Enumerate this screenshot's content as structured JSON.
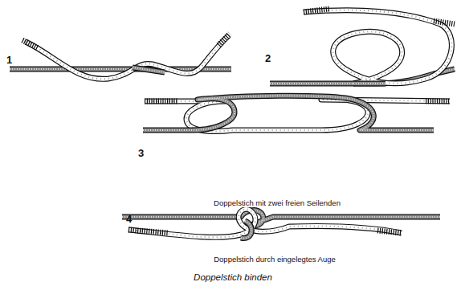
{
  "diagram": {
    "caption": "Doppelstich binden",
    "labels": [
      "1",
      "2",
      "3",
      "Doppelstich mit zwei freien Seilenden",
      "4",
      "Doppelstich durch eingelegtes Auge"
    ]
  }
}
